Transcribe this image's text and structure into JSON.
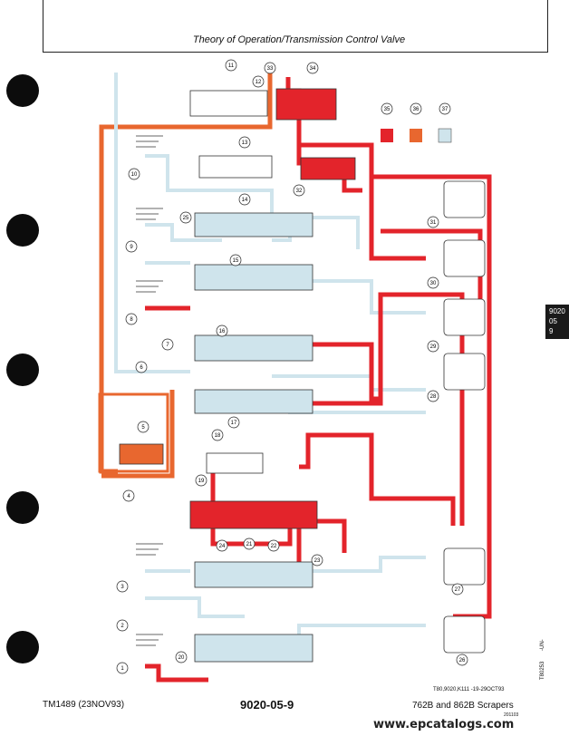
{
  "header": {
    "title": "Theory of Operation/Transmission Control Valve"
  },
  "tab": {
    "line1": "9020",
    "line2": "05",
    "line3": "9"
  },
  "legend": {
    "items": [
      {
        "number": "35",
        "color": "#e3242b"
      },
      {
        "number": "36",
        "color": "#e8672f"
      },
      {
        "number": "37",
        "color": "#cfe4ec"
      }
    ]
  },
  "colors": {
    "pressure_red": "#e3242b",
    "pilot_orange": "#e8672f",
    "return_blue": "#cfe4ec",
    "outline": "#333333"
  },
  "callouts": [
    "1",
    "2",
    "3",
    "4",
    "5",
    "6",
    "7",
    "8",
    "9",
    "10",
    "11",
    "12",
    "13",
    "14",
    "15",
    "16",
    "17",
    "18",
    "19",
    "20",
    "21",
    "22",
    "23",
    "24",
    "25",
    "26",
    "27",
    "28",
    "29",
    "30",
    "31",
    "32",
    "33",
    "34"
  ],
  "figure": {
    "code": "T80,9020,K111 -19-29OCT93",
    "side_code_1": "T80253",
    "side_code_2": "-UN-"
  },
  "footer": {
    "manual_id": "TM1489 (23NOV93)",
    "page_number": "9020-05-9",
    "model": "762B and 862B Scrapers",
    "small_code": "201103"
  },
  "watermark": "www.epcatalogs.com"
}
